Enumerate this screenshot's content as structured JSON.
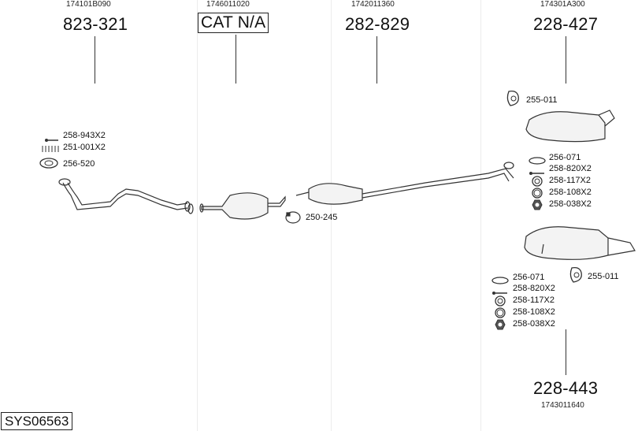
{
  "sections": [
    {
      "oem": "174101B090",
      "part": "823-321"
    },
    {
      "oem": "1746011020",
      "part": "CAT N/A"
    },
    {
      "oem": "1742011360",
      "part": "282-829"
    },
    {
      "oem": "174301A300",
      "part": "228-427"
    }
  ],
  "bottom_section": {
    "part": "228-443",
    "oem": "1743011640"
  },
  "front_pipe_parts": [
    "258-943X2",
    "251-001X2",
    "256-520"
  ],
  "center_parts": [
    "250-245"
  ],
  "rear_upper_parts": {
    "hanger": "255-011",
    "list": [
      "256-071",
      "258-820X2",
      "258-117X2",
      "258-108X2",
      "258-038X2"
    ]
  },
  "rear_lower_parts": {
    "hanger": "255-011",
    "list": [
      "256-071",
      "258-820X2",
      "258-117X2",
      "258-108X2",
      "258-038X2"
    ]
  },
  "system_code": "SYS06563"
}
